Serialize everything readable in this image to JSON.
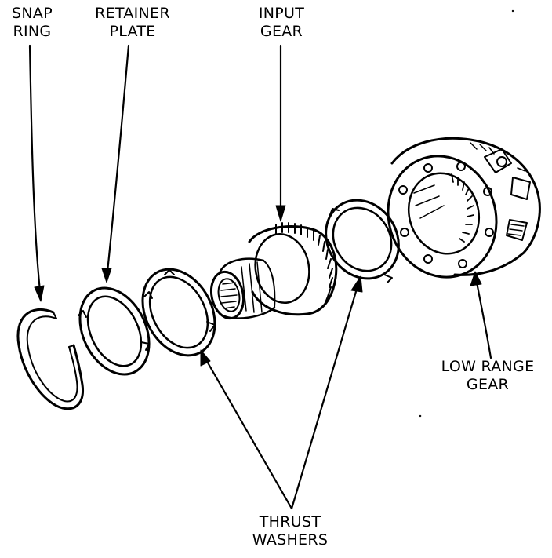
{
  "labels": {
    "snap_ring": [
      "SNAP",
      "RING"
    ],
    "retainer_plate": [
      "RETAINER",
      "PLATE"
    ],
    "input_gear": [
      "INPUT",
      "GEAR"
    ],
    "low_range_gear": [
      "LOW RANGE",
      "GEAR"
    ],
    "thrust_washers": [
      "THRUST",
      "WASHERS"
    ]
  },
  "colors": {
    "line": "#000000",
    "background": "#ffffff"
  }
}
